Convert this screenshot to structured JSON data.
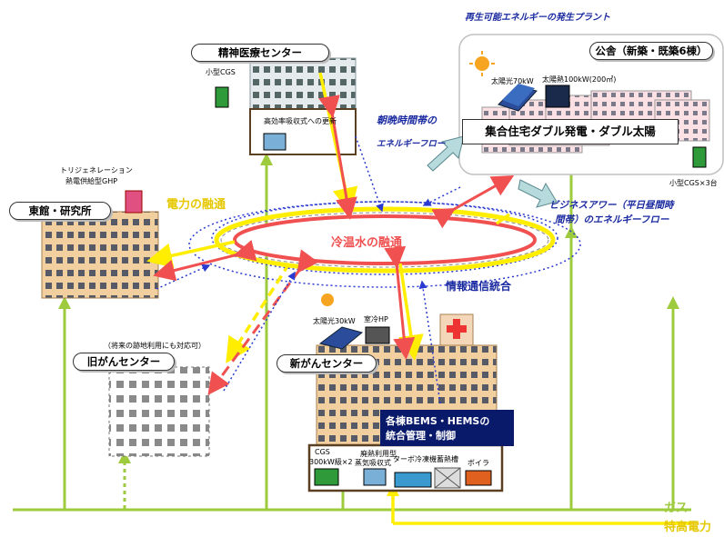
{
  "plant_title": "再生可能エネルギーの発生プラント",
  "buildings": {
    "seishin": "精神医療センター",
    "honkan": "東館・研究所",
    "kyu_gan": "旧がんセンター",
    "shin_gan": "新がんセンター",
    "kosha": "公舎（新築・既築6棟）"
  },
  "labels": {
    "small_cgs": "小型CGS",
    "high_eff_absorb": "高効率吸収式への更新",
    "trigen_1": "トリジェネレーション",
    "trigen_2": "熱電供給型GHP",
    "solar_70": "太陽光70kW",
    "solar_thermal": "太陽熱100kW(200㎡)",
    "shugo": "集合住宅ダブル発電・ダブル太陽",
    "small_cgs_3": "小型CGS×3台",
    "future_use": "（将来の跡地利用にも対応可）",
    "solar_30": "太陽光30kW",
    "room_hp": "室冷HP",
    "bems_1": "各棟BEMS・HEMSの",
    "bems_2": "統合管理・制御",
    "cgs_1": "CGS",
    "cgs_2": "300kW級×2",
    "waste_heat_1": "廃熱利用型",
    "waste_heat_2": "蒸気吸収式",
    "turbo": "ターボ冷凍機",
    "storage": "蓄熱槽",
    "boiler": "ボイラ",
    "gas": "ガス",
    "power": "特高電力"
  },
  "flows": {
    "morning_1": "朝晩時間帯の",
    "morning_2": "エネルギーフロー",
    "business_1": "ビジネスアワー（平日昼間時",
    "business_2": "間帯）のエネルギーフロー",
    "power_share": "電力の融通",
    "chilled_water": "冷温水の融通",
    "info_integration": "情報通信統合"
  }
}
